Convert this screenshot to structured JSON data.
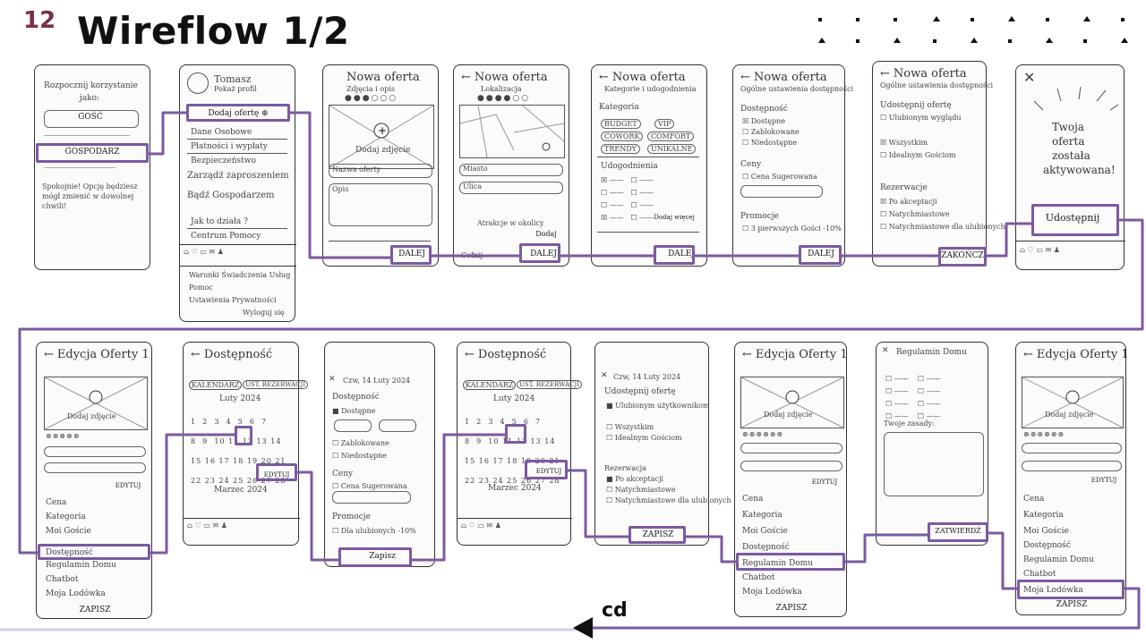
{
  "slide": {
    "number": "12",
    "title": "Wireflow 1/2",
    "continue_label": "cd"
  },
  "colors": {
    "accent": "#7b5aa0",
    "number": "#7a2f4a",
    "sketch": "#333333"
  },
  "screens": {
    "s1": {
      "lines": [
        "Rozpocznij korzystanie",
        "jako:"
      ],
      "guest": "GOŚĆ",
      "host": "GOSPODARZ",
      "note": "Spokojnie! Opcję będziesz mógł zmienić w dowolnej chwili!"
    },
    "s2": {
      "name": "Tomasz",
      "profile": "Pokaż profil",
      "add_offer": "Dodaj ofertę ⊕",
      "menu": [
        "Dane Osobowe",
        "Płatności i wypłaty",
        "Bezpieczeństwo"
      ],
      "host_mode": "Zarządź zaproszeniem",
      "share": "Bądź Gospodarzem",
      "help": "Jak to działa ?",
      "center": "Centrum Pomocy",
      "bottom": [
        "Warunki Świadczenia Usług",
        "Pomoc",
        "Ustawienia Prywatności",
        "Wyloguj się"
      ]
    },
    "s3": {
      "title": "Nowa oferta",
      "subtitle": "Zdjęcia i opis",
      "add_photo": "Dodaj zdjęcie",
      "name_label": "Nazwa oferty",
      "desc_label": "Opis",
      "next": "DALEJ"
    },
    "s4": {
      "title": "Nowa oferta",
      "subtitle": "Lokalizacja",
      "fields": [
        "Miasto",
        "Ulica"
      ],
      "attractions": "Atrakcje w okolicy",
      "add": "Dodaj",
      "next": "DALEJ",
      "back": "Cofnij"
    },
    "s5": {
      "title": "Nowa oferta",
      "subtitle": "Kategorie i udogodnienia",
      "cat_label": "Kategoria",
      "chips": [
        "BUDGET",
        "VIP",
        "COWORK",
        "COMFORT",
        "TRENDY",
        "UNIKALNE"
      ],
      "amenities": "Udogodnienia",
      "add": "Dodaj więcej",
      "next": "DALEJ"
    },
    "s6": {
      "title": "Nowa oferta",
      "subtitle": "Ogólne ustawienia dostępności",
      "avail": "Dostępność",
      "opts": [
        "Dostępne",
        "Zablokowane",
        "Niedostępne"
      ],
      "prices": "Ceny",
      "price_opt": "Cena Sugerowana",
      "promo": "Promocje",
      "promo_opt": "3 pierwszych Gości -10%",
      "next": "DALEJ"
    },
    "s7": {
      "title": "Nowa oferta",
      "subtitle": "Ogólne ustawienia dostępności",
      "share": "Udostępnij ofertę",
      "opts": [
        "Ulubionym wyglądu",
        "Wszystkim",
        "Idealnym Gościom"
      ],
      "booking": "Rezerwacje",
      "book_opts": [
        "Po akceptacji",
        "Natychmiastowe",
        "Natychmiastowe dla ulubionych"
      ],
      "finish": "ZAKOŃCZ"
    },
    "s8": {
      "line1": "Twoja",
      "line2": "oferta",
      "line3": "została",
      "line4": "aktywowana!",
      "share": "Udostępnij"
    },
    "s9": {
      "title": "Edycja Oferty 1",
      "add_photo": "Dodaj zdjęcie",
      "edit": "EDYTUJ",
      "menu": [
        "Cena",
        "Kategoria",
        "Moi Goście",
        "Dostępność",
        "Regulamin Domu",
        "Chatbot",
        "Moja Lodówka"
      ],
      "save": "ZAPISZ"
    },
    "s10": {
      "title": "Dostępność",
      "tabs": [
        "KALENDARZ",
        "UST. REZERWACJI"
      ],
      "month1": "Luty 2024",
      "month2": "Marzec 2024",
      "edit": "EDYTUJ"
    },
    "s11": {
      "title": "Czw, 14 Luty 2024",
      "avail": "Dostępność",
      "opts": [
        "Dostępne",
        "Zablokowane",
        "Niedostępne"
      ],
      "prices": "Ceny",
      "price_opt": "Cena Sugerowana",
      "promo": "Promocje",
      "promo_opt": "Dla ulubionych -10%",
      "save": "Zapisz"
    },
    "s12": {
      "title": "Dostępność",
      "tabs": [
        "KALENDARZ",
        "UST. REZERWACJI"
      ],
      "month1": "Luty 2024",
      "month2": "Marzec 2024",
      "edit": "EDYTUJ"
    },
    "s13": {
      "title": "Czw, 14 Luty 2024",
      "share": "Udostępnij ofertę",
      "opts": [
        "Ulubionym użytkownikom",
        "Wszystkim",
        "Idealnym Gościom"
      ],
      "booking": "Rezerwacja",
      "book_opts": [
        "Po akceptacji",
        "Natychmiastowe",
        "Natychmiastowe dla ulubionych"
      ],
      "save": "ZAPISZ"
    },
    "s14": {
      "title": "Edycja Oferty 1",
      "add_photo": "Dodaj zdjęcie",
      "edit": "EDYTUJ",
      "menu": [
        "Cena",
        "Kategoria",
        "Moi Goście",
        "Dostępność",
        "Regulamin Domu",
        "Chatbot",
        "Moja Lodówka"
      ],
      "save": "ZAPISZ"
    },
    "s15": {
      "title": "Regulamin Domu",
      "custom": "Twoje zasady:",
      "confirm": "ZATWIERDŹ"
    },
    "s16": {
      "title": "Edycja Oferty 1",
      "add_photo": "Dodaj zdjęcie",
      "edit": "EDYTUJ",
      "menu": [
        "Cena",
        "Kategoria",
        "Moi Goście",
        "Dostępność",
        "Regulamin Domu",
        "Chatbot",
        "Moja Lodówka"
      ],
      "save": "ZAPISZ"
    }
  }
}
